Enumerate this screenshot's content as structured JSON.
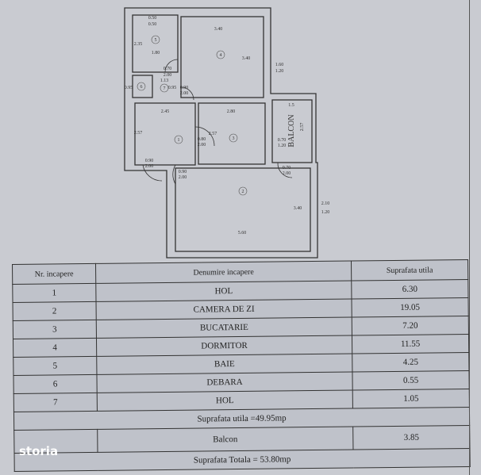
{
  "plan": {
    "rooms": [
      "1",
      "2",
      "3",
      "4",
      "5",
      "6",
      "7"
    ],
    "dims": {
      "d_050a": "0.50",
      "d_050b": "0.50",
      "d_340a": "3.40",
      "d_340b": "3.40",
      "d_235": "2.35",
      "d_180": "1.80",
      "d_160": "1.60",
      "d_120a": "1.20",
      "d_070a": "0.70",
      "d_200a": "2.00",
      "d_113": "1.13",
      "d_095a": "0.95",
      "d_095b": "0.95",
      "d_090a": "0.90",
      "d_200b": "2.00",
      "d_245": "2.45",
      "d_280": "2.80",
      "d_15": "1.5",
      "d_257a": "2.57",
      "d_257b": "2.57",
      "d_257c": "2.57",
      "d_080": "0.80",
      "d_200c": "2.00",
      "d_070b": "0.70",
      "d_120b": "1.20",
      "d_090b": "0.90",
      "d_200d": "2.00",
      "d_090c": "0.90",
      "d_200e": "2.00",
      "d_070c": "0.70",
      "d_200f": "2.00",
      "d_340c": "3.40",
      "d_210": "2.10",
      "d_120c": "1.20",
      "d_560": "5.60"
    },
    "balcon_label": "BALCON"
  },
  "table": {
    "headers": [
      "Nr. incapere",
      "Denumire incapere",
      "Suprafata utila"
    ],
    "rows": [
      {
        "nr": "1",
        "name": "HOL",
        "area": "6.30"
      },
      {
        "nr": "2",
        "name": "CAMERA DE ZI",
        "area": "19.05"
      },
      {
        "nr": "3",
        "name": "BUCATARIE",
        "area": "7.20"
      },
      {
        "nr": "4",
        "name": "DORMITOR",
        "area": "11.55"
      },
      {
        "nr": "5",
        "name": "BAIE",
        "area": "4.25"
      },
      {
        "nr": "6",
        "name": "DEBARA",
        "area": "0.55"
      },
      {
        "nr": "7",
        "name": "HOL",
        "area": "1.05"
      }
    ],
    "util_total": "Suprafata utila =49.95mp",
    "balcon": {
      "name": "Balcon",
      "area": "3.85"
    },
    "grand_total": "Suprafata Totala = 53.80mp"
  },
  "watermark": "storia"
}
